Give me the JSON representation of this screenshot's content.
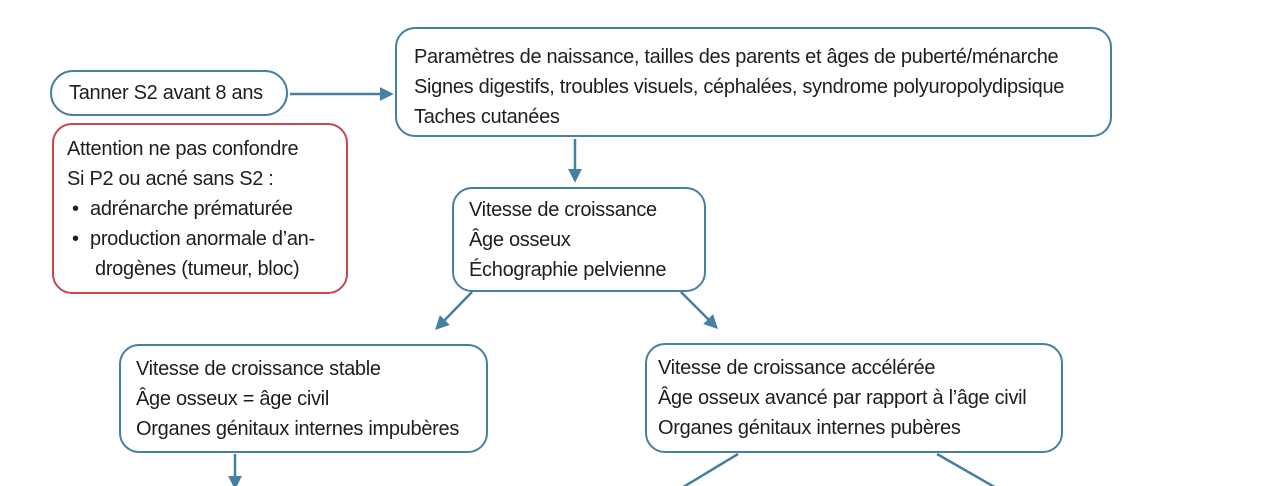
{
  "colors": {
    "accent_blue": "#4580A3",
    "warning_red": "#C2494D",
    "text": "#1E1E1E",
    "background": "#FFFFFF"
  },
  "flowchart": {
    "tanner": {
      "label": "Tanner S2 avant 8 ans"
    },
    "history": {
      "lines": [
        "Paramètres de naissance, tailles des parents et âges de puberté/ménarche",
        "Signes digestifs, troubles visuels, céphalées, syndrome polyuropolydipsique",
        "Taches cutanées"
      ]
    },
    "warning": {
      "line1": "Attention ne pas confondre",
      "line2": "Si P2 ou acné sans S2 :",
      "bullet_glyph": "•",
      "bullet1": "adrénarche prématurée",
      "bullet2_line1": "production anormale d’an-",
      "bullet2_line2": "drogènes (tumeur, bloc)"
    },
    "workup": {
      "lines": [
        "Vitesse de croissance",
        "Âge osseux",
        "Échographie pelvienne"
      ]
    },
    "stable": {
      "lines": [
        "Vitesse de croissance stable",
        "Âge osseux = âge civil",
        "Organes génitaux internes impubères"
      ]
    },
    "accelerated": {
      "lines": [
        "Vitesse de croissance accélérée",
        "Âge osseux avancé par rapport à l’âge civil",
        "Organes génitaux internes pubères"
      ]
    }
  }
}
